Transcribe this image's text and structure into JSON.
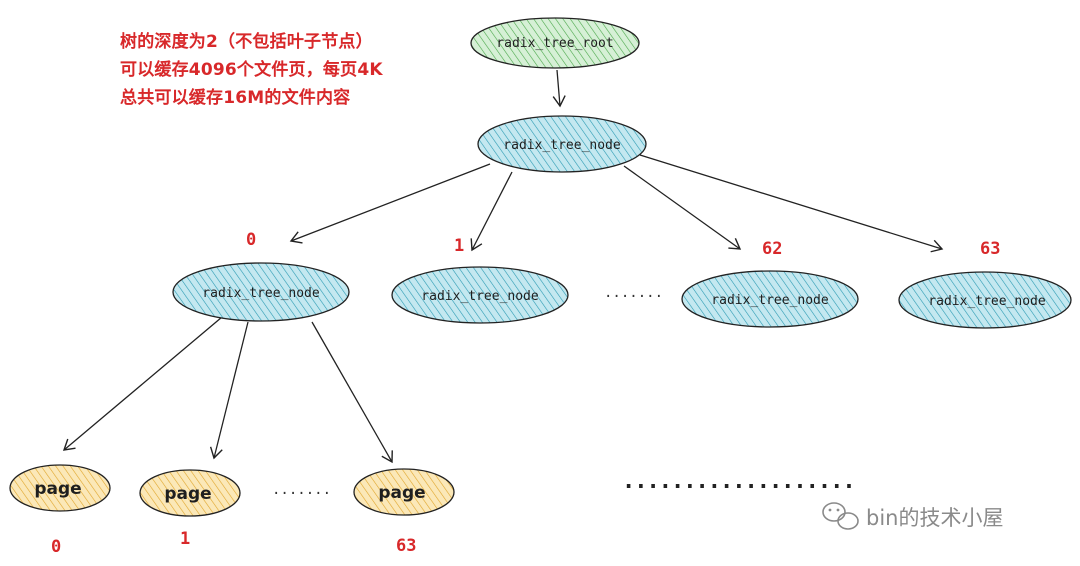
{
  "note": {
    "line1": "树的深度为2（不包括叶子节点）",
    "line2": "可以缓存4096个文件页，每页4K",
    "line3": "总共可以缓存16M的文件内容"
  },
  "nodes": {
    "root": "radix_tree_root",
    "level1": "radix_tree_node",
    "child0": "radix_tree_node",
    "child1": "radix_tree_node",
    "child62": "radix_tree_node",
    "child63": "radix_tree_node"
  },
  "indices": {
    "child0": "0",
    "child1": "1",
    "child62": "62",
    "child63": "63",
    "page0": "0",
    "page1": "1",
    "page63": "63"
  },
  "pages": {
    "page0": "page",
    "page1": "page",
    "page63": "page"
  },
  "ellipses": {
    "between_children": ".......",
    "between_pages": ".......",
    "bottom_right": "..................."
  },
  "watermark": "bin的技术小屋",
  "colors": {
    "root_fill": "#bfe6bf",
    "node_fill": "#a9dce8",
    "page_fill": "#f6d58a",
    "annotation": "#d8282a"
  }
}
